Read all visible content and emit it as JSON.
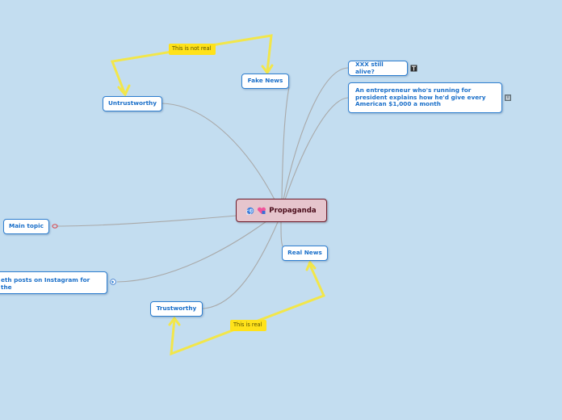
{
  "mindmap": {
    "central": {
      "icons": [
        "spiral-icon",
        "heart-gift-icon"
      ],
      "label": "Propaganda"
    },
    "topics": {
      "untrustworthy": {
        "label": "Untrustworthy"
      },
      "fake_news": {
        "label": "Fake News"
      },
      "xxx_alive": {
        "label": "XXX still alive?",
        "badge_icon": "text-note-icon"
      },
      "entrepreneur": {
        "label": "An entrepreneur who's running for president explains how he'd give every American $1,000 a month",
        "badge_icon": "attachment-icon"
      },
      "main_topic": {
        "label": "Main topic",
        "badge_icon": "link-ring-icon"
      },
      "instagram": {
        "label": "eth posts on Instagram for the",
        "badge_icon": "globe-icon"
      },
      "trustworthy": {
        "label": "Trustworthy"
      },
      "real_news": {
        "label": "Real News"
      }
    },
    "relationships": [
      {
        "label": "This is not real",
        "from": "fake_news",
        "to": "untrustworthy"
      },
      {
        "label": "This is real",
        "from": "real_news",
        "to": "trustworthy"
      }
    ],
    "colors": {
      "background": "#c3ddf0",
      "node_border": "#2f7fd0",
      "node_text": "#1a6fc9",
      "central_fill": "#e6c5cd",
      "central_border": "#6d1d2c",
      "connector": "#a9a9a9",
      "relationship": "#f2e64a",
      "callout_fill": "#ffe21a"
    }
  }
}
